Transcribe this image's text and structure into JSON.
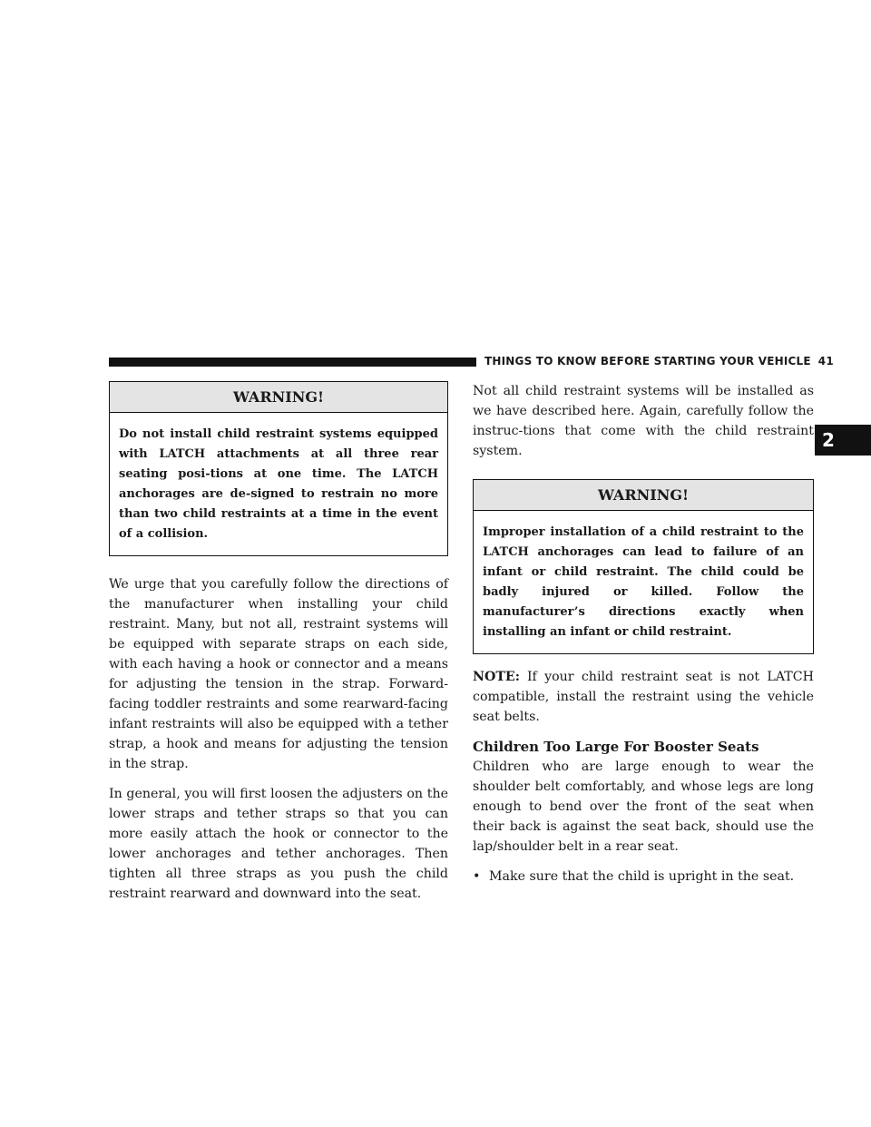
{
  "header": {
    "section_title": "THINGS TO KNOW BEFORE STARTING YOUR VEHICLE",
    "page_number": "41"
  },
  "chapter_tab": "2",
  "left_column": {
    "warning": {
      "title": "WARNING!",
      "text": "Do not install child restraint systems equipped with LATCH attachments at all three rear seating posi-­tions at one time. The LATCH anchorages are de-­signed to restrain no more than two child restraints at a time in the event of a collision."
    },
    "paragraph_1": "We urge that you carefully follow the directions of the manufacturer when installing your child restraint. Many, but not all, restraint systems will be equipped with separate straps on each side, with each having a hook or connector and a means for adjusting the tension in the strap. Forward-facing toddler restraints and some rearward-facing infant restraints will also be equipped with a tether strap, a hook and means for adjusting the tension in the strap.",
    "paragraph_2": "In general, you will first loosen the adjusters on the lower straps and tether straps so that you can more easily attach the hook or connector to the lower anchorages and tether anchorages. Then tighten all three straps as you push the child restraint rearward and downward into the seat."
  },
  "right_column": {
    "paragraph_1": "Not all child restraint systems will be installed as we have described here. Again, carefully follow the instruc-­tions that come with the child restraint system.",
    "warning": {
      "title": "WARNING!",
      "text": "Improper installation of a child restraint to the LATCH anchorages can lead to failure of an infant or child restraint. The child could be badly injured or killed. Follow the manufacturer’s directions exactly when installing an infant or child restraint."
    },
    "note": {
      "label": "NOTE:",
      "text": "If your child restraint seat is not LATCH compatible, install the restraint using the vehicle seat belts."
    },
    "subheading": "Children Too Large For Booster Seats",
    "paragraph_2": "Children who are large enough to wear the shoulder belt comfortably, and whose legs are long enough to bend over the front of the seat when their back is against the seat back, should use the lap/shoulder belt in a rear seat.",
    "bullets": [
      "Make sure that the child is upright in the seat."
    ],
    "bullet_symbol": "•"
  }
}
